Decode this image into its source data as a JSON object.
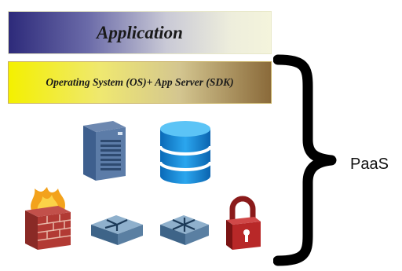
{
  "layers": {
    "application": "Application",
    "os_app_server": "Operating System  (OS)+ App Server (SDK)"
  },
  "brace_label": "PaaS",
  "icons": [
    "server-icon",
    "database-icon",
    "firewall-icon",
    "router-icon",
    "switch-icon",
    "lock-icon"
  ],
  "colors": {
    "application_gradient_start": "#2d2a7a",
    "application_gradient_end": "#f4f4dc",
    "os_gradient_start": "#f4f000",
    "os_gradient_end": "#8a6a3a",
    "brace": "#000000"
  }
}
